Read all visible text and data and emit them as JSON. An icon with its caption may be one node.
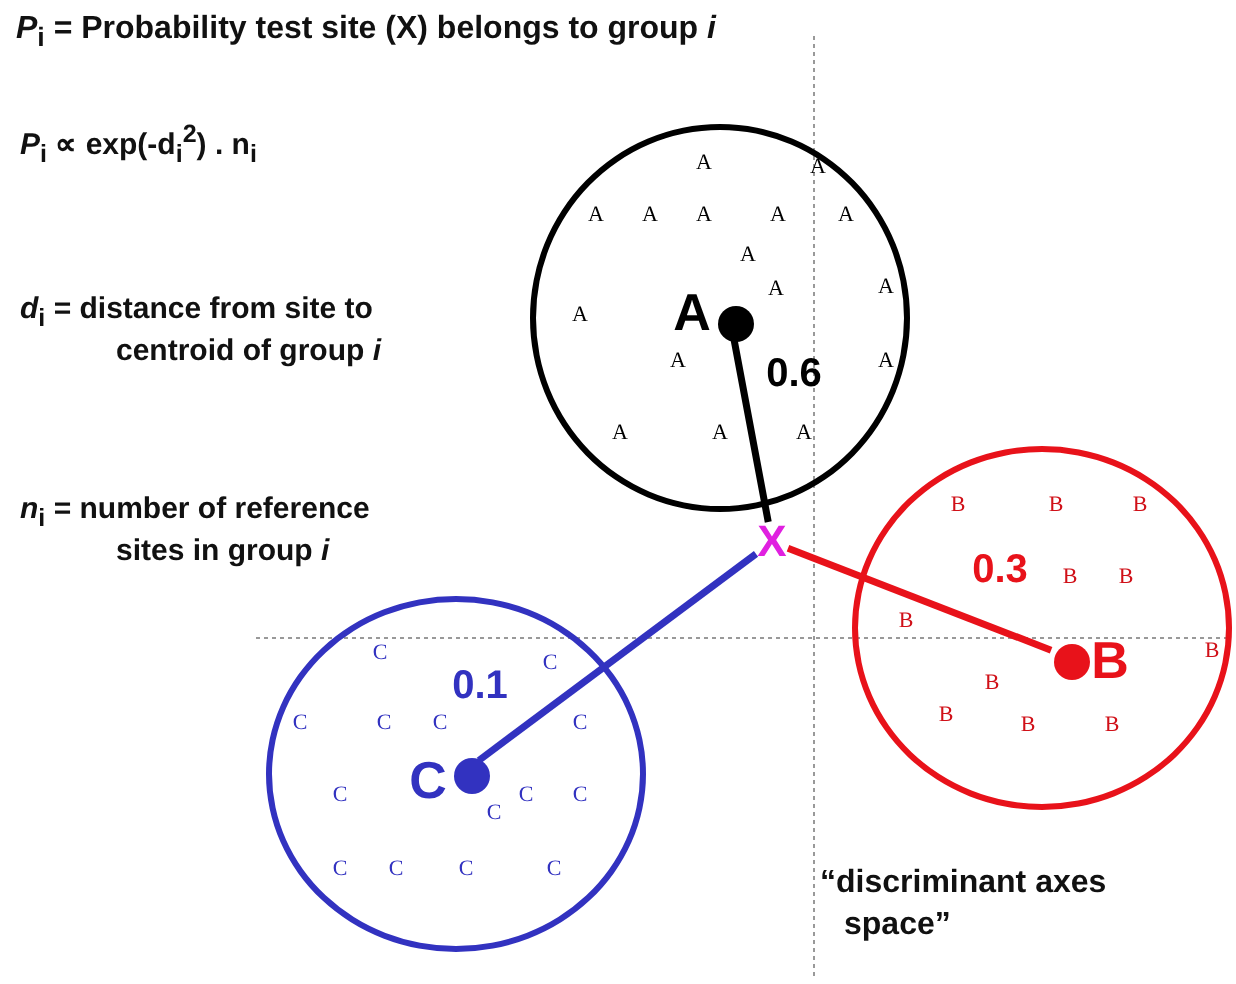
{
  "diagram": {
    "title": "*P*$_{i}$ = Probability test site (X) belongs to group *i*",
    "nodes": [
      {
        "text": [],
        "shape": "circle"
      },
      {
        "text": [],
        "shape": "circle",
        "in": 0,
        "beside": [
          "A"
        ]
      },
      {
        "text": [
          "X"
        ]
      },
      {
        "text": [],
        "shape": "circle"
      },
      {
        "text": [],
        "shape": "circle",
        "in": 3,
        "beside": [
          "B"
        ]
      },
      {
        "text": [],
        "shape": "circle"
      },
      {
        "text": [],
        "shape": "circle",
        "in": 5,
        "beside": [
          "C"
        ]
      }
    ],
    "edges": [
      {
        "from": 2,
        "to": 1,
        "arrow": "none",
        "label": "0.6",
        "color": "#000000"
      },
      {
        "from": 2,
        "to": 4,
        "arrow": "none",
        "label": "0.3",
        "color": "#e8121a"
      },
      {
        "from": 2,
        "to": 6,
        "arrow": "none",
        "label": "0.1",
        "color": "#3232c0"
      }
    ],
    "labels": [
      "*P*$_{i}$ ∝ exp(-d$_{i}$$^{2}$) . n$_{i}$",
      "*d*$_{i}$ = distance from site to centroid of group *i*",
      "*n*$_{i}$ = number of reference sites in group *i*",
      "A",
      "A",
      "A",
      "A",
      "A",
      "A",
      "A",
      "A",
      "A",
      "A",
      "A",
      "A",
      "A",
      "A",
      "A",
      "A",
      "B",
      "B",
      "B",
      "B",
      "B",
      "B",
      "B",
      "B",
      "B",
      "B",
      "B",
      "C",
      "C",
      "C",
      "C",
      "C",
      "C",
      "C",
      "C",
      "C",
      "C",
      "C",
      "C",
      "C",
      "C",
      "“discriminant axes space”"
    ]
  }
}
